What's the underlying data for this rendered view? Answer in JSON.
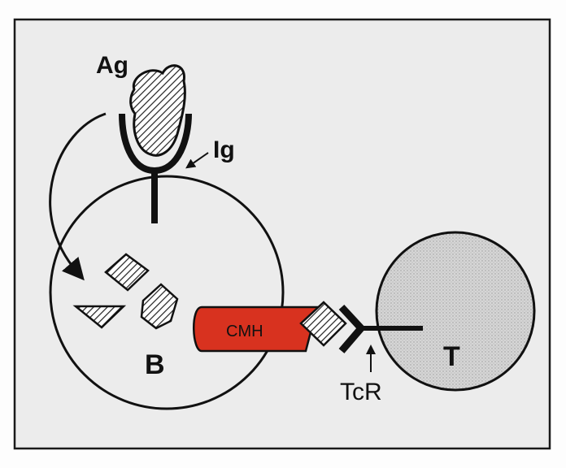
{
  "labels": {
    "antigen": "Ag",
    "immunoglobulin": "Ig",
    "b_cell": "B",
    "t_cell": "T",
    "mhc": "CMH",
    "tcr": "TcR"
  },
  "colors": {
    "frame_fill": "#ececec",
    "frame_stroke": "#1a1a1a",
    "cell_b_fill": "#ebebeb",
    "cell_t_fill": "#d4d4d4",
    "mhc_fill": "#d8321f",
    "ink": "#111111"
  },
  "icons": {
    "antigen": "hatched-blob",
    "fragments": "hatched-polygons",
    "arrow": "curved-arrow"
  }
}
